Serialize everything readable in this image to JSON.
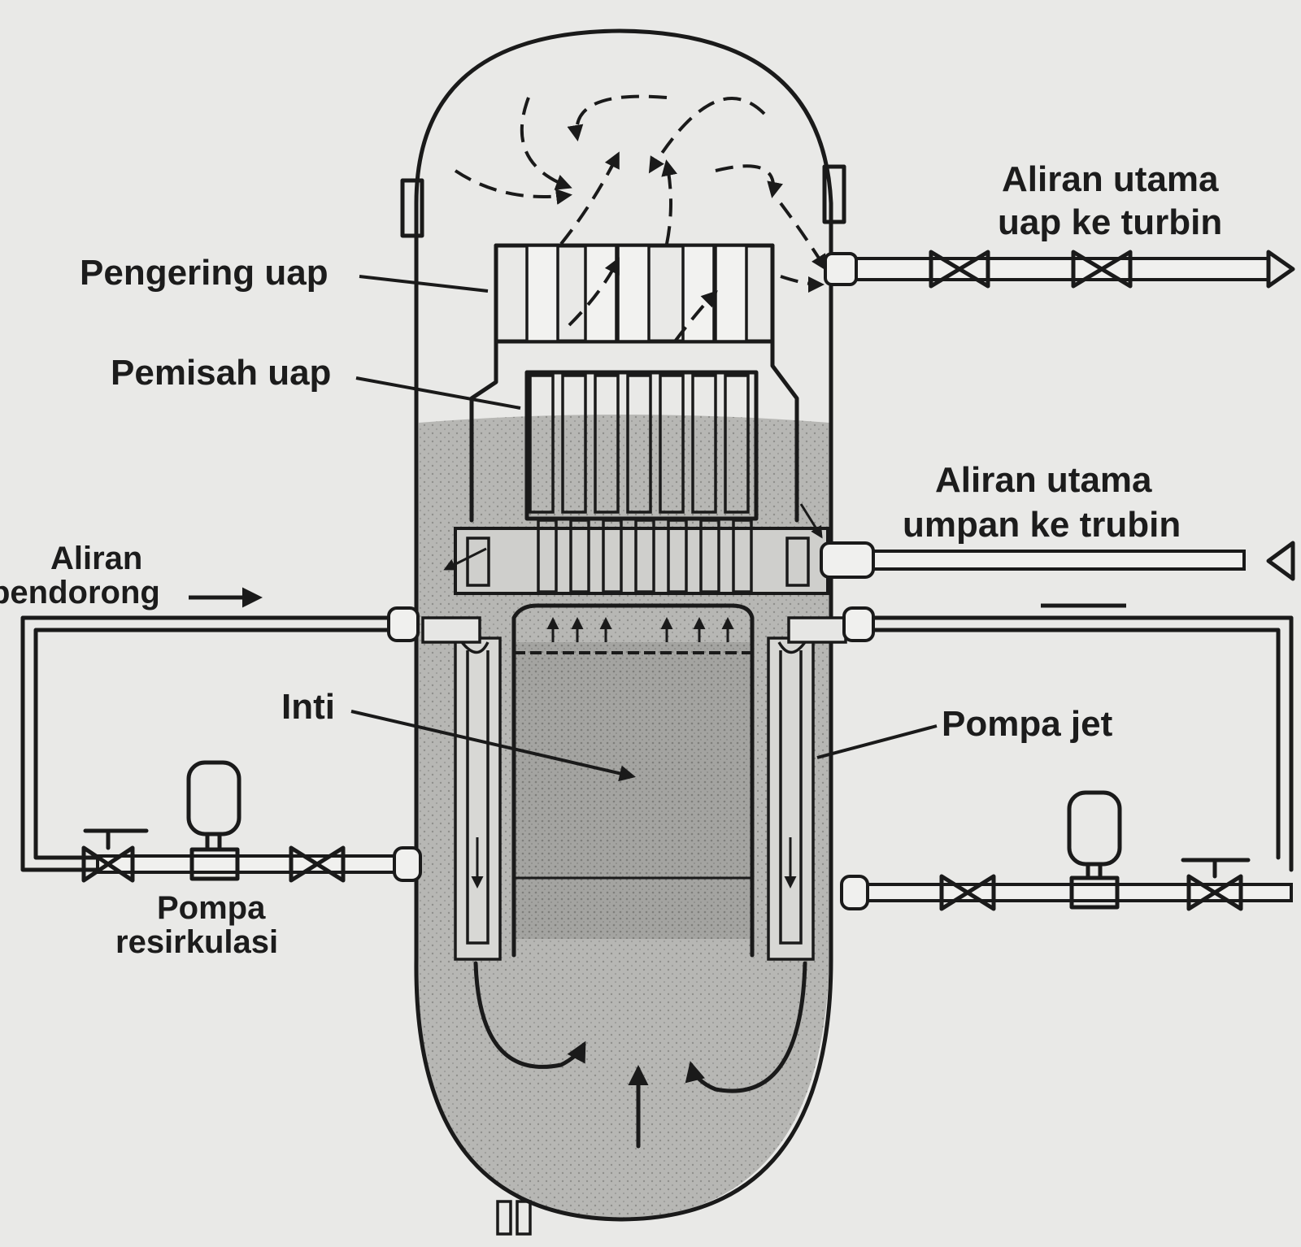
{
  "labels": {
    "steam_dryer": "Pengering uap",
    "steam_separator": "Pemisah uap",
    "steam_flow_line1": "Aliran utama",
    "steam_flow_line2": "uap ke turbin",
    "feed_flow_line1": "Aliran utama",
    "feed_flow_line2": "umpan ke trubin",
    "drive_flow_line1": "Aliran",
    "drive_flow_line2": "pendorong",
    "core": "Inti",
    "jet_pump": "Pompa jet",
    "recirc_pump_line1": "Pompa",
    "recirc_pump_line2": "resirkulasi"
  }
}
